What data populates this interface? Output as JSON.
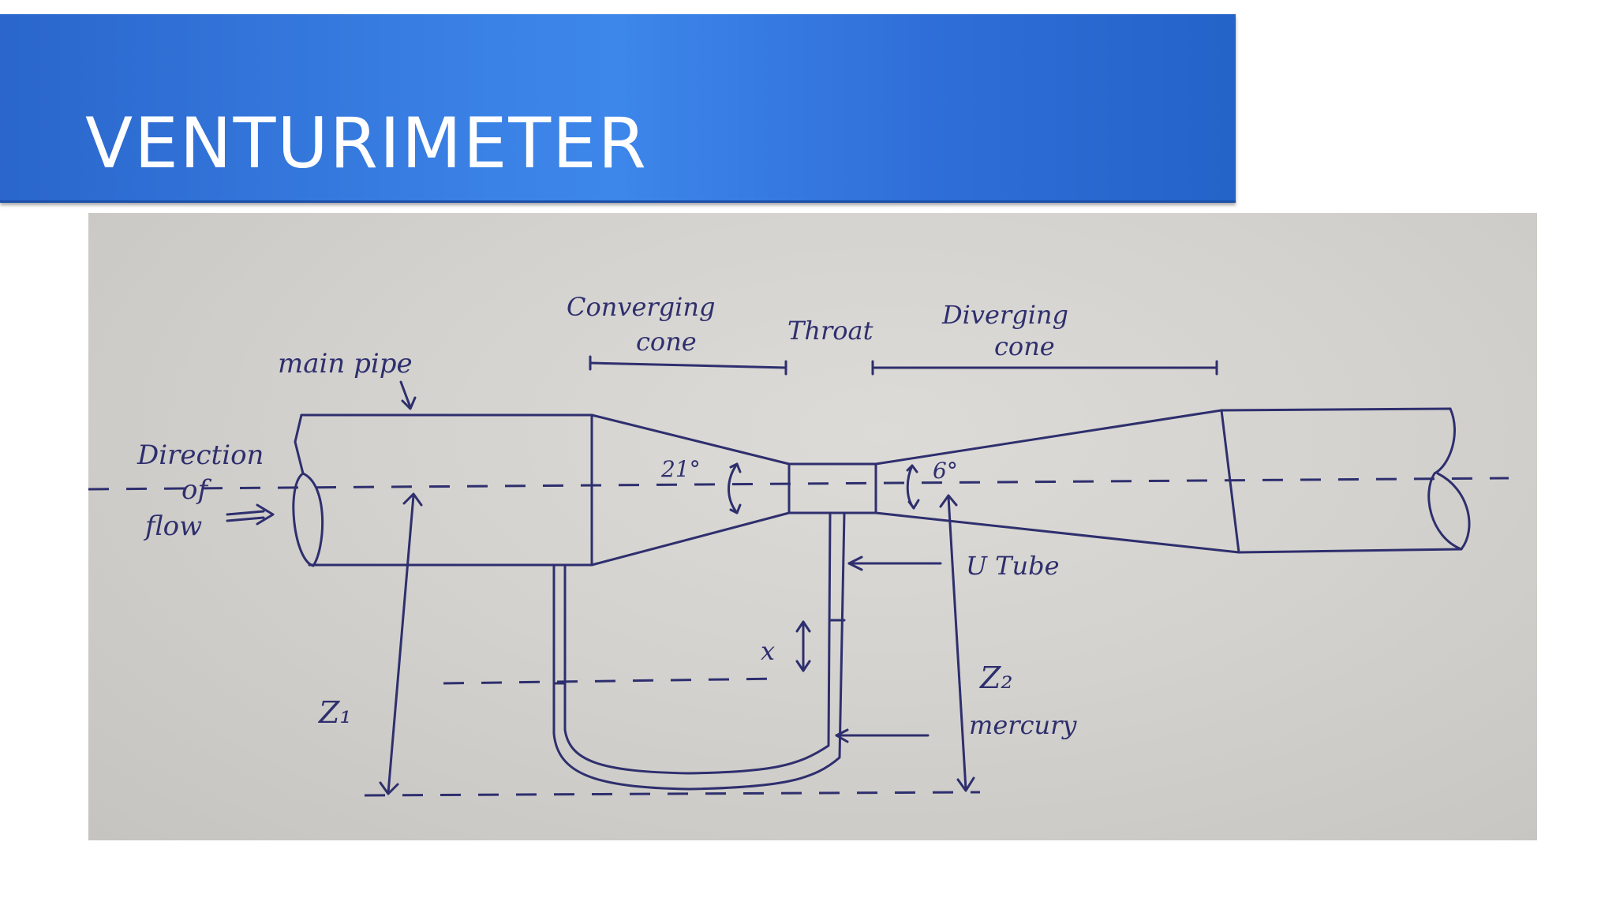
{
  "slide": {
    "title": "VENTURIMETER"
  },
  "diagram": {
    "labels": {
      "main_pipe": "main pipe",
      "direction": "Direction",
      "of": "of",
      "flow": "flow",
      "converging": "Converging",
      "converging_cone": "cone",
      "throat": "Throat",
      "diverging": "Diverging",
      "diverging_cone": "cone",
      "angle_converging": "21°",
      "angle_diverging": "6°",
      "u_tube": "U Tube",
      "x": "x",
      "z1": "Z₁",
      "z2": "Z₂",
      "mercury": "mercury"
    },
    "ink_color": "#2e2f6e",
    "paper_color": "#d8d6d2"
  }
}
